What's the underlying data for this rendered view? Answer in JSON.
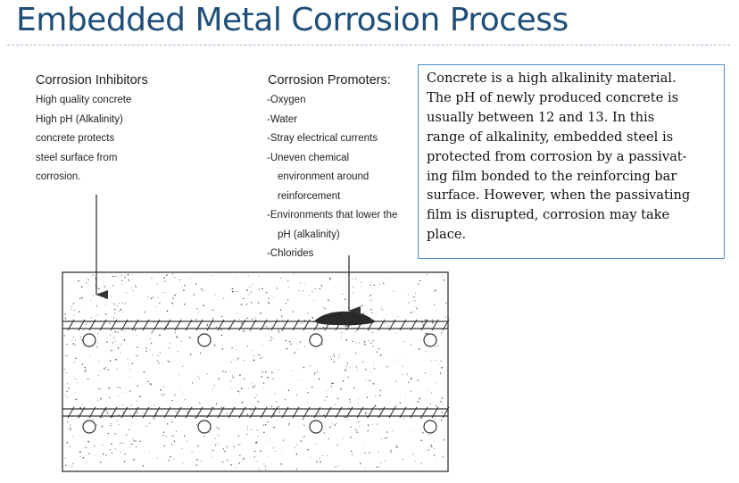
{
  "slide": {
    "title": "Embedded Metal Corrosion Process"
  },
  "inhibitors": {
    "heading": "Corrosion Inhibitors",
    "lines": [
      "High quality concrete",
      "High pH (Alkalinity)",
      "concrete protects",
      "steel surface from",
      "corrosion."
    ]
  },
  "promoters": {
    "heading": "Corrosion Promoters:",
    "lines": [
      "-Oxygen",
      "-Water",
      "-Stray electrical currents",
      "-Uneven chemical",
      "environment around",
      "reinforcement",
      "-Environments that lower the",
      "pH (alkalinity)",
      "-Chlorides"
    ]
  },
  "explanation": {
    "lines": [
      "Concrete is a high alkalinity material.",
      "The pH of newly produced concrete is",
      "usually between 12 and 13. In this",
      "range of alkalinity, embedded steel is",
      "protected from corrosion by a passivat-",
      "ing film bonded to the reinforcing bar",
      "surface. However, when the passivating",
      "film is disrupted, corrosion may take",
      "place."
    ]
  },
  "colors": {
    "title": "#1f4e78",
    "rule": "#9fb9d4",
    "box_border": "#4f8fc9",
    "line_art": "#333333"
  }
}
